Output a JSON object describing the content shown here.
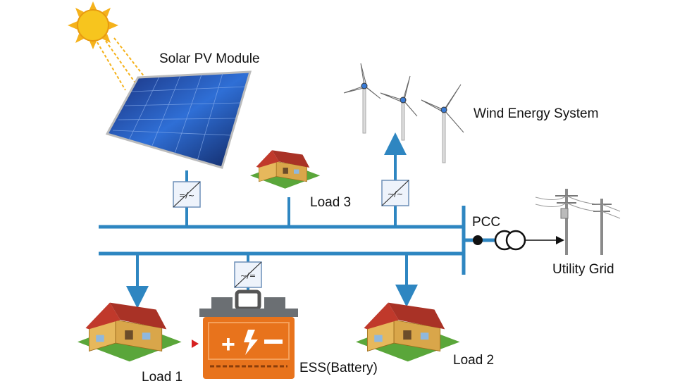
{
  "labels": {
    "solar": "Solar PV Module",
    "wind": "Wind Energy System",
    "load1": "Load 1",
    "load2": "Load 2",
    "load3": "Load 3",
    "ess": "ESS(Battery)",
    "pcc": "PCC",
    "grid": "Utility Grid"
  },
  "converters": {
    "solar": "=/~",
    "wind": "~/~",
    "battery": "~/="
  },
  "colors": {
    "bus": "#2e86c1",
    "sun": "#f5b21b",
    "panel": "#1c4fa0",
    "battery": "#e8731c",
    "roof": "#c0392b",
    "wall": "#e6b85c",
    "grass": "#5aa63a"
  },
  "icons": [
    "sun-icon",
    "solar-panel-icon",
    "wind-turbine-icon",
    "house-icon",
    "battery-icon",
    "transformer-icon",
    "power-pole-icon"
  ]
}
